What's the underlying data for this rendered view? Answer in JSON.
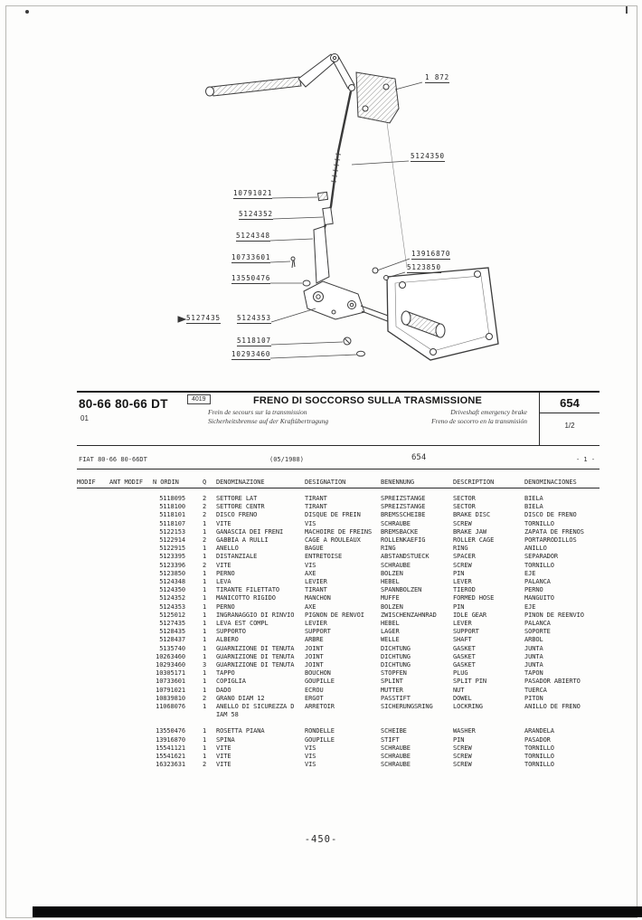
{
  "page": {
    "footer_page_number": "-450-"
  },
  "diagram": {
    "callouts": [
      {
        "text": "1 872"
      },
      {
        "text": "5124350"
      },
      {
        "text": "10791021"
      },
      {
        "text": "5124352"
      },
      {
        "text": "5124348"
      },
      {
        "text": "10733601"
      },
      {
        "text": "13916870"
      },
      {
        "text": "5123850"
      },
      {
        "text": "13550476"
      },
      {
        "text": "5127435"
      },
      {
        "text": "5124353"
      },
      {
        "text": "5118107"
      },
      {
        "text": "10293460"
      }
    ]
  },
  "header": {
    "model": "80-66 80-66 DT",
    "sub_model": "01",
    "code_box": "4019",
    "title": "FRENO DI SOCCORSO SULLA TRASMISSIONE",
    "subtitle_fr": "Frein de secours sur la transmission",
    "subtitle_en": "Driveshaft emergency brake",
    "subtitle_de": "Sicherheitsbremse auf der Kraftübertragung",
    "subtitle_es": "Freno de socorro en la transmisión",
    "page_code": "654",
    "sheet": "1/2"
  },
  "meta_row": {
    "model_line": "FIAT 80-66 80-66DT",
    "date": "(05/1988)",
    "code": "654",
    "page_marker": "- 1 -"
  },
  "table": {
    "headers": [
      "MODIF",
      "ANT MODIF",
      "N ORDIN",
      "Q",
      "DENOMINAZIONE",
      "DESIGNATION",
      "BENENNUNG",
      "DESCRIPTION",
      "DENOMINACIONES"
    ],
    "rows": [
      {
        "n": "5118095",
        "q": "2",
        "den": "SETTORE LAT",
        "fr": "TIRANT",
        "de": "SPREIZSTANGE",
        "en": "SECTOR",
        "es": "BIELA"
      },
      {
        "n": "5118100",
        "q": "2",
        "den": "SETTORE CENTR",
        "fr": "TIRANT",
        "de": "SPREIZSTANGE",
        "en": "SECTOR",
        "es": "BIELA"
      },
      {
        "n": "5118101",
        "q": "2",
        "den": "DISCO FRENO",
        "fr": "DISQUE DE FREIN",
        "de": "BREMSSCHEIBE",
        "en": "BRAKE DISC",
        "es": "DISCO DE FRENO"
      },
      {
        "n": "5118107",
        "q": "1",
        "den": "VITE",
        "fr": "VIS",
        "de": "SCHRAUBE",
        "en": "SCREW",
        "es": "TORNILLO"
      },
      {
        "n": "5122153",
        "q": "1",
        "den": "GANASCIA DEI FRENI",
        "fr": "MACHOIRE DE FREINS",
        "de": "BREMSBACKE",
        "en": "BRAKE JAW",
        "es": "ZAPATA DE FRENOS"
      },
      {
        "n": "5122914",
        "q": "2",
        "den": "GABBIA A RULLI",
        "fr": "CAGE A ROULEAUX",
        "de": "ROLLENKAEFIG",
        "en": "ROLLER CAGE",
        "es": "PORTARRODILLOS"
      },
      {
        "n": "5122915",
        "q": "1",
        "den": "ANELLO",
        "fr": "BAGUE",
        "de": "RING",
        "en": "RING",
        "es": "ANILLO"
      },
      {
        "n": "5123395",
        "q": "1",
        "den": "DISTANZIALE",
        "fr": "ENTRETOISE",
        "de": "ABSTANDSTUECK",
        "en": "SPACER",
        "es": "SEPARADOR"
      },
      {
        "n": "5123396",
        "q": "2",
        "den": "VITE",
        "fr": "VIS",
        "de": "SCHRAUBE",
        "en": "SCREW",
        "es": "TORNILLO"
      },
      {
        "n": "5123850",
        "q": "1",
        "den": "PERNO",
        "fr": "AXE",
        "de": "BOLZEN",
        "en": "PIN",
        "es": "EJE"
      },
      {
        "n": "5124348",
        "q": "1",
        "den": "LEVA",
        "fr": "LEVIER",
        "de": "HEBEL",
        "en": "LEVER",
        "es": "PALANCA"
      },
      {
        "n": "5124350",
        "q": "1",
        "den": "TIRANTE FILETTATO",
        "fr": "TIRANT",
        "de": "SPANNBOLZEN",
        "en": "TIEROD",
        "es": "PERNO"
      },
      {
        "n": "5124352",
        "q": "1",
        "den": "MANICOTTO RIGIDO",
        "fr": "MANCHON",
        "de": "MUFFE",
        "en": "FORMED HOSE",
        "es": "MANGUITO"
      },
      {
        "n": "5124353",
        "q": "1",
        "den": "PERNO",
        "fr": "AXE",
        "de": "BOLZEN",
        "en": "PIN",
        "es": "EJE"
      },
      {
        "n": "5125012",
        "q": "1",
        "den": "INGRANAGGIO DI RINVIO",
        "fr": "PIGNON DE RENVOI",
        "de": "ZWISCHENZAHNRAD",
        "en": "IDLE GEAR",
        "es": "PINON DE REENVIO"
      },
      {
        "n": "5127435",
        "q": "1",
        "den": "LEVA EST COMPL",
        "fr": "LEVIER",
        "de": "HEBEL",
        "en": "LEVER",
        "es": "PALANCA"
      },
      {
        "n": "5128435",
        "q": "1",
        "den": "SUPPORTO",
        "fr": "SUPPORT",
        "de": "LAGER",
        "en": "SUPPORT",
        "es": "SOPORTE"
      },
      {
        "n": "5128437",
        "q": "1",
        "den": "ALBERO",
        "fr": "ARBRE",
        "de": "WELLE",
        "en": "SHAFT",
        "es": "ARBOL"
      },
      {
        "n": "5135740",
        "q": "1",
        "den": "GUARNIZIONE DI TENUTA",
        "fr": "JOINT",
        "de": "DICHTUNG",
        "en": "GASKET",
        "es": "JUNTA"
      },
      {
        "n": "10263460",
        "q": "1",
        "den": "GUARNIZIONE DI TENUTA",
        "fr": "JOINT",
        "de": "DICHTUNG",
        "en": "GASKET",
        "es": "JUNTA"
      },
      {
        "n": "10293460",
        "q": "3",
        "den": "GUARNIZIONE DI TENUTA",
        "fr": "JOINT",
        "de": "DICHTUNG",
        "en": "GASKET",
        "es": "JUNTA"
      },
      {
        "n": "10305171",
        "q": "1",
        "den": "TAPPO",
        "fr": "BOUCHON",
        "de": "STOPFEN",
        "en": "PLUG",
        "es": "TAPON"
      },
      {
        "n": "10733601",
        "q": "1",
        "den": "COPIGLIA",
        "fr": "GOUPILLE",
        "de": "SPLINT",
        "en": "SPLIT PIN",
        "es": "PASADOR ABIERTO"
      },
      {
        "n": "10791021",
        "q": "1",
        "den": "DADO",
        "fr": "ECROU",
        "de": "MUTTER",
        "en": "NUT",
        "es": "TUERCA"
      },
      {
        "n": "10839810",
        "q": "2",
        "den": "GRANO DIAM 12",
        "fr": "ERGOT",
        "de": "PASSTIFT",
        "en": "DOWEL",
        "es": "PITON"
      },
      {
        "n": "11068076",
        "q": "1",
        "den": "ANELLO DI SICUREZZA D\nIAM 58",
        "fr": "ARRETOIR",
        "de": "SICHERUNGSRING",
        "en": "LOCKRING",
        "es": "ANILLO DE FRENO"
      },
      {
        "n": "13550476",
        "q": "1",
        "den": "ROSETTA PIANA",
        "fr": "RONDELLE",
        "de": "SCHEIBE",
        "en": "WASHER",
        "es": "ARANDELA",
        "gap_before": true
      },
      {
        "n": "13916870",
        "q": "1",
        "den": "SPINA",
        "fr": "GOUPILLE",
        "de": "STIFT",
        "en": "PIN",
        "es": "PASADOR"
      },
      {
        "n": "15541121",
        "q": "1",
        "den": "VITE",
        "fr": "VIS",
        "de": "SCHRAUBE",
        "en": "SCREW",
        "es": "TORNILLO"
      },
      {
        "n": "15541621",
        "q": "1",
        "den": "VITE",
        "fr": "VIS",
        "de": "SCHRAUBE",
        "en": "SCREW",
        "es": "TORNILLO"
      },
      {
        "n": "16323631",
        "q": "2",
        "den": "VITE",
        "fr": "VIS",
        "de": "SCHRAUBE",
        "en": "SCREW",
        "es": "TORNILLO"
      }
    ]
  }
}
